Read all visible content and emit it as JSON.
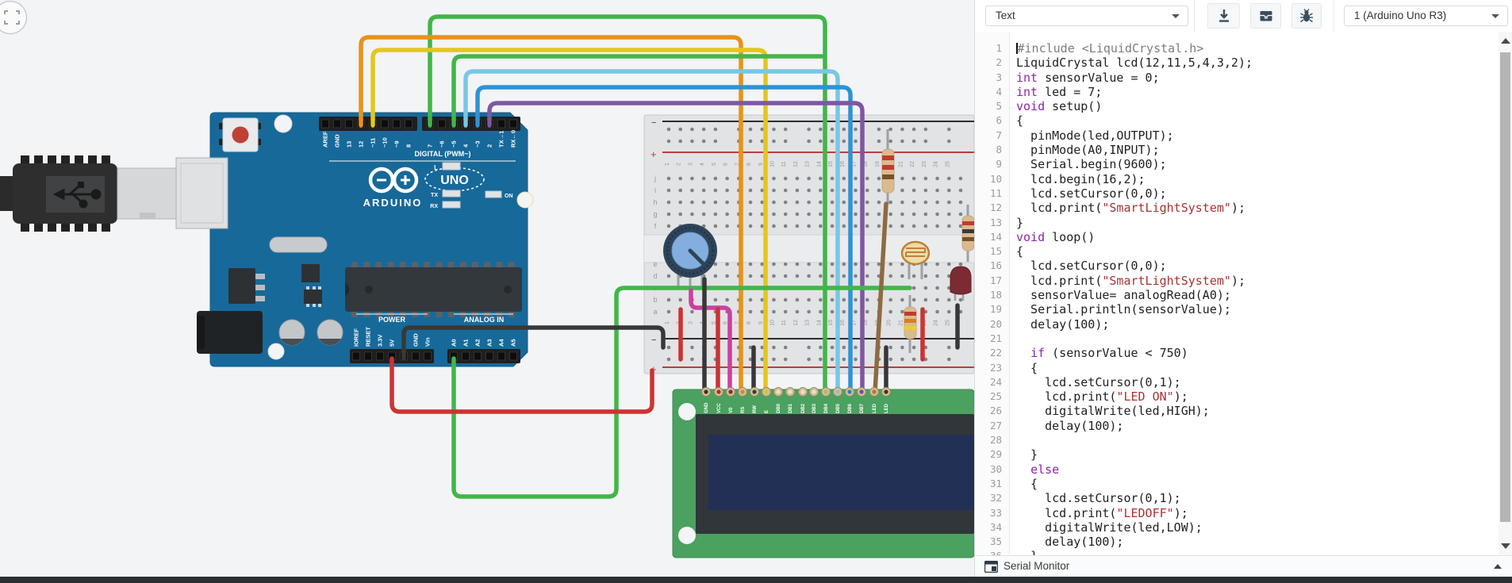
{
  "toolbar": {
    "edit_mode": "Text",
    "device": "1 (Arduino Uno R3)"
  },
  "serial_monitor": {
    "label": "Serial Monitor"
  },
  "code": {
    "lines": [
      "#include <LiquidCrystal.h>",
      "LiquidCrystal lcd(12,11,5,4,3,2);",
      "int sensorValue = 0;",
      "int led = 7;",
      "void setup()",
      "{",
      "  pinMode(led,OUTPUT);",
      "  pinMode(A0,INPUT);",
      "  Serial.begin(9600);",
      "  lcd.begin(16,2);",
      "  lcd.setCursor(0,0);",
      "  lcd.print(\"SmartLightSystem\");",
      "}",
      "void loop()",
      "{",
      "  lcd.setCursor(0,0);",
      "  lcd.print(\"SmartLightSystem\");",
      "  sensorValue= analogRead(A0);",
      "  Serial.println(sensorValue);",
      "  delay(100);",
      "",
      "  if (sensorValue < 750)",
      "  {",
      "    lcd.setCursor(0,1);",
      "    lcd.print(\"LED ON\");",
      "    digitalWrite(led,HIGH);",
      "    delay(100);",
      "",
      "  }",
      "  else",
      "  {",
      "    lcd.setCursor(0,1);",
      "    lcd.print(\"LEDOFF\");",
      "    digitalWrite(led,LOW);",
      "    delay(100);",
      "  }"
    ]
  },
  "arduino": {
    "digital_title": "DIGITAL (PWM~)",
    "digital_labels": [
      "AREF",
      "GND",
      "13",
      "12",
      "~11",
      "~10",
      "~9",
      "8",
      "7",
      "~6",
      "~5",
      "4",
      "~3",
      "2",
      "TX→1",
      "RX←0"
    ],
    "power_title": "POWER",
    "power_labels": [
      "IOREF",
      "RESET",
      "3.3V",
      "5V",
      "GND",
      "GND",
      "Vin"
    ],
    "analog_title": "ANALOG IN",
    "analog_labels": [
      "A0",
      "A1",
      "A2",
      "A3",
      "A4",
      "A5"
    ],
    "brand": "ARDUINO",
    "model": "UNO",
    "on_label": "ON",
    "led_labels": [
      "L",
      "TX",
      "RX"
    ]
  },
  "breadboard": {
    "row_letters_top": [
      "j",
      "i",
      "h",
      "g",
      "f"
    ],
    "row_letters_bottom": [
      "e",
      "d",
      "c",
      "b",
      "a"
    ],
    "column_count": 25,
    "minus": "−",
    "plus": "+"
  },
  "lcd": {
    "pin_labels": [
      "GND",
      "VCC",
      "V0",
      "RS",
      "RW",
      "E",
      "DB0",
      "DB1",
      "DB2",
      "DB3",
      "DB4",
      "DB5",
      "DB6",
      "DB7",
      "LED",
      "LED"
    ]
  },
  "colors": {
    "wire_orange": "#e8921a",
    "wire_yellow": "#e3c61f",
    "wire_green": "#41b649",
    "wire_cyan": "#79c7e3",
    "wire_blue": "#2e93d4",
    "wire_purple": "#7e57a2",
    "wire_red": "#cc3333",
    "wire_black": "#383838",
    "wire_brown": "#8d6b43",
    "wire_magenta": "#cc3fa2",
    "board_blue": "#17699a",
    "lcd_green": "#4ba15f",
    "lcd_screen": "#233055"
  }
}
